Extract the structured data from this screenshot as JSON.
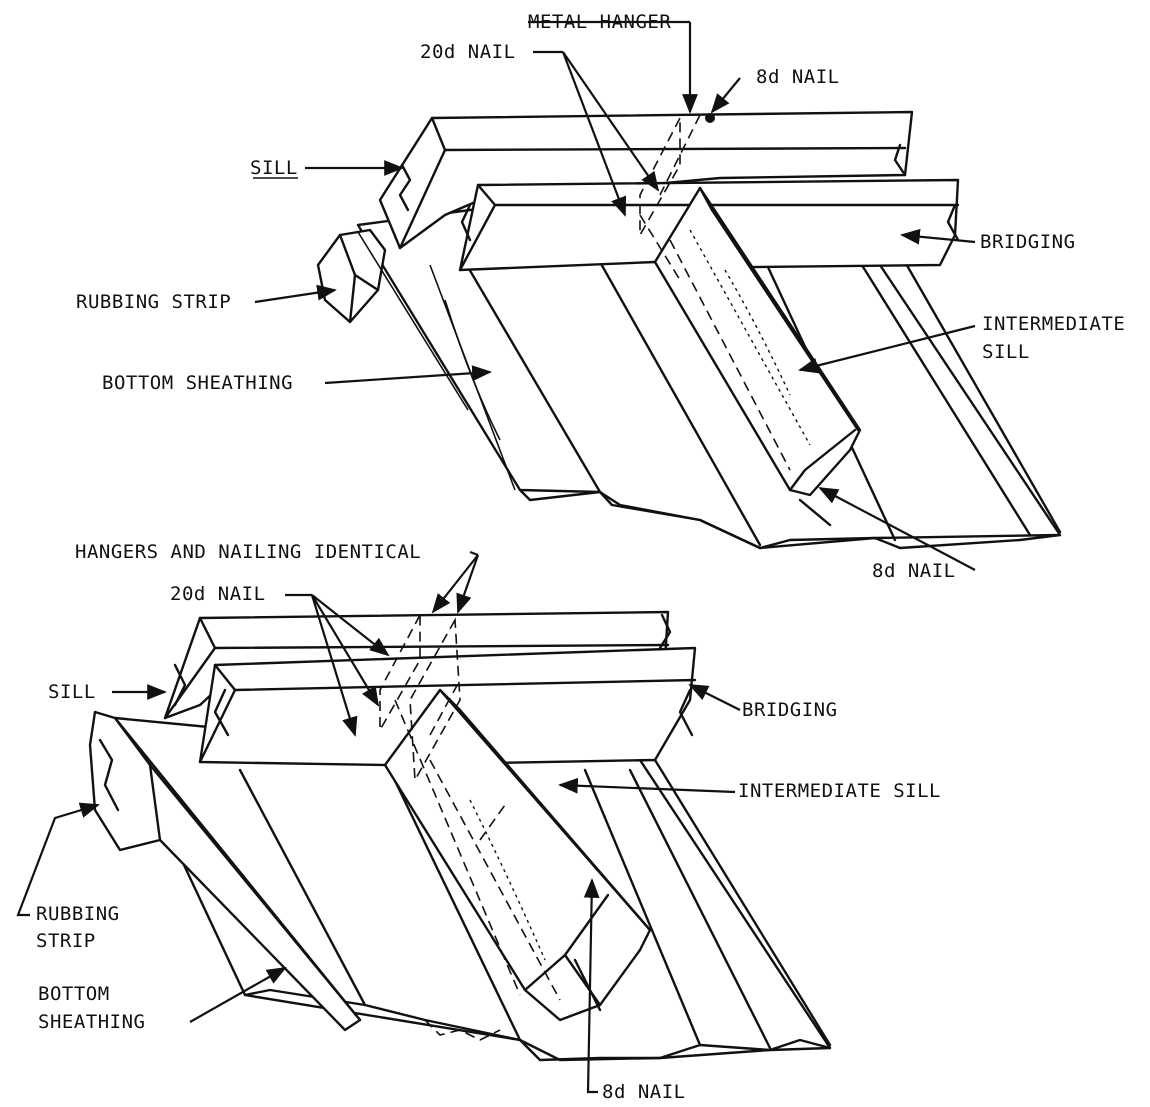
{
  "top_view": {
    "metal_hanger": "METAL HANGER",
    "nail_20d": "20d NAIL",
    "nail_8d_top": "8d NAIL",
    "sill": "SILL",
    "bridging": "BRIDGING",
    "rubbing_strip": "RUBBING STRIP",
    "intermediate_sill_line1": "INTERMEDIATE",
    "intermediate_sill_line2": "SILL",
    "bottom_sheathing": "BOTTOM SHEATHING",
    "nail_8d_bottom": "8d NAIL"
  },
  "bottom_view": {
    "hangers_note": "HANGERS AND NAILING IDENTICAL",
    "nail_20d": "20d NAIL",
    "sill": "SILL",
    "bridging": "BRIDGING",
    "intermediate_sill": "INTERMEDIATE SILL",
    "rubbing_strip_line1": "RUBBING",
    "rubbing_strip_line2": "STRIP",
    "bottom_sheathing_line1": "BOTTOM",
    "bottom_sheathing_line2": "SHEATHING",
    "nail_8d": "8d NAIL"
  }
}
